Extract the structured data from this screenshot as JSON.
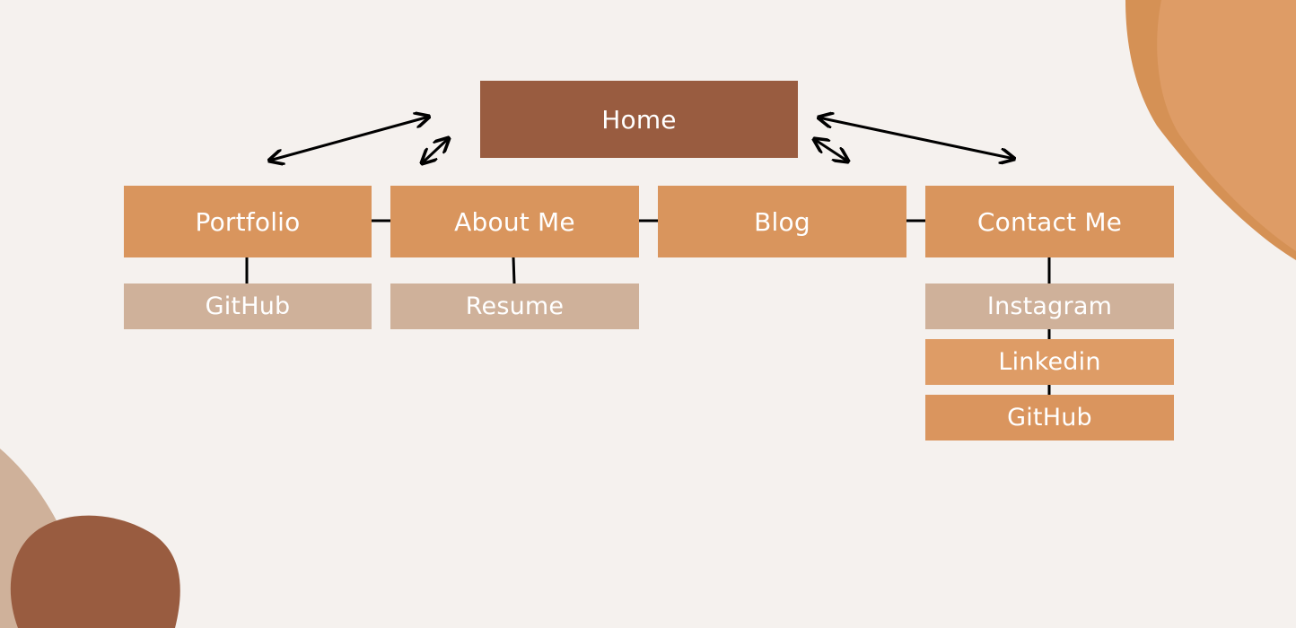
{
  "diagram": {
    "home": {
      "label": "Home"
    },
    "sections": [
      {
        "key": "portfolio",
        "label": "Portfolio",
        "children": [
          "GitHub"
        ]
      },
      {
        "key": "about",
        "label": "About Me",
        "children": [
          "Resume"
        ]
      },
      {
        "key": "blog",
        "label": "Blog",
        "children": []
      },
      {
        "key": "contact",
        "label": "Contact Me",
        "children": [
          "Instagram",
          "Linkedin",
          "GitHub"
        ]
      }
    ]
  },
  "colors": {
    "background": "#f5f1ee",
    "home": "#995c40",
    "section": "#d9955d",
    "child_tan": "#cfb19a",
    "child_peach": "#de9c66",
    "child_amber": "#da955e",
    "accent_blob": "#de9c66",
    "dark_blob": "#995c40",
    "connector": "#000000"
  }
}
